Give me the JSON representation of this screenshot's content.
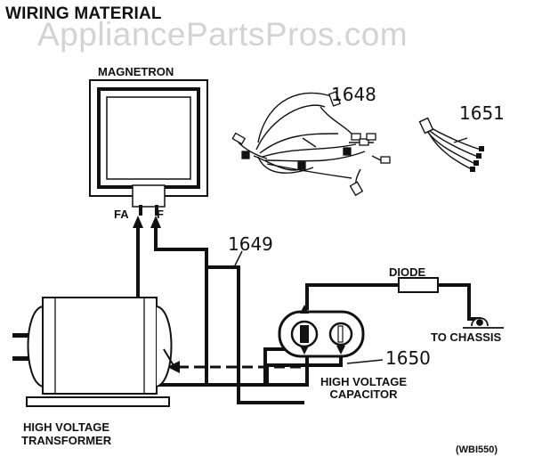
{
  "header": {
    "title": "WIRING MATERIAL",
    "watermark": "AppliancePartsPros.com"
  },
  "components": {
    "magnetron": "MAGNETRON",
    "magnetron_terminals": {
      "fa": "FA",
      "f": "F"
    },
    "diode": "DIODE",
    "chassis": "TO CHASSIS",
    "capacitor_line1": "HIGH VOLTAGE",
    "capacitor_line2": "CAPACITOR",
    "transformer_line1": "HIGH VOLTAGE",
    "transformer_line2": "TRANSFORMER"
  },
  "parts": {
    "harness_main": "1648",
    "harness_small": "1651",
    "wire_long": "1649",
    "wire_short": "1650"
  },
  "footer": {
    "figure_code": "(WBI550)"
  },
  "colors": {
    "ink": "#111111",
    "watermark": "#969696",
    "background": "#ffffff"
  }
}
